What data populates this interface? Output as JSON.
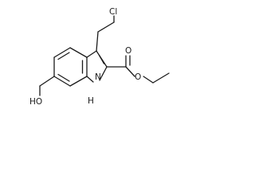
{
  "molecule": {
    "atom_labels": {
      "chlorine": "Cl",
      "carbonyl_oxygen": "O",
      "ester_oxygen": "O",
      "hydroxyl": "HO",
      "nitrogen_h": "H",
      "nitrogen": "N"
    }
  }
}
